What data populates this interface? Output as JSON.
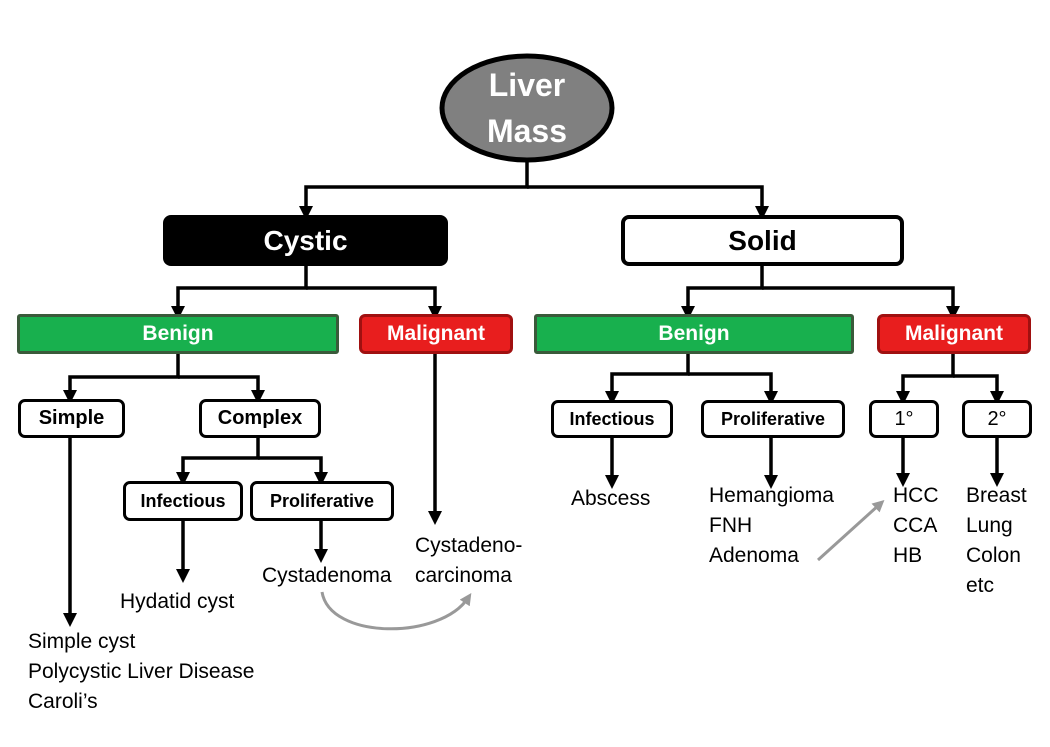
{
  "root": {
    "line1": "Liver",
    "line2": "Mass"
  },
  "cystic": {
    "label": "Cystic",
    "benign": {
      "label": "Benign",
      "simple": {
        "label": "Simple",
        "examples": [
          "Simple cyst",
          "Polycystic Liver Disease",
          "Caroli’s"
        ]
      },
      "complex": {
        "label": "Complex",
        "infectious": {
          "label": "Infectious",
          "example": "Hydatid cyst"
        },
        "proliferative": {
          "label": "Proliferative",
          "example": "Cystadenoma"
        }
      }
    },
    "malignant": {
      "label": "Malignant",
      "examples": [
        "Cystadeno-",
        "carcinoma"
      ]
    }
  },
  "solid": {
    "label": "Solid",
    "benign": {
      "label": "Benign",
      "infectious": {
        "label": "Infectious",
        "example": "Abscess"
      },
      "proliferative": {
        "label": "Proliferative",
        "examples": [
          "Hemangioma",
          "FNH",
          "Adenoma"
        ]
      }
    },
    "malignant": {
      "label": "Malignant",
      "primary": {
        "label": "1°",
        "examples": [
          "HCC",
          "CCA",
          "HB"
        ]
      },
      "secondary": {
        "label": "2°",
        "examples": [
          "Breast",
          "Lung",
          "Colon",
          "etc"
        ]
      }
    }
  },
  "colors": {
    "benign": "#18b04e",
    "malignant": "#e81e1e",
    "cystic": "#000000",
    "root": "#808080",
    "transition_arrow": "#999999"
  }
}
